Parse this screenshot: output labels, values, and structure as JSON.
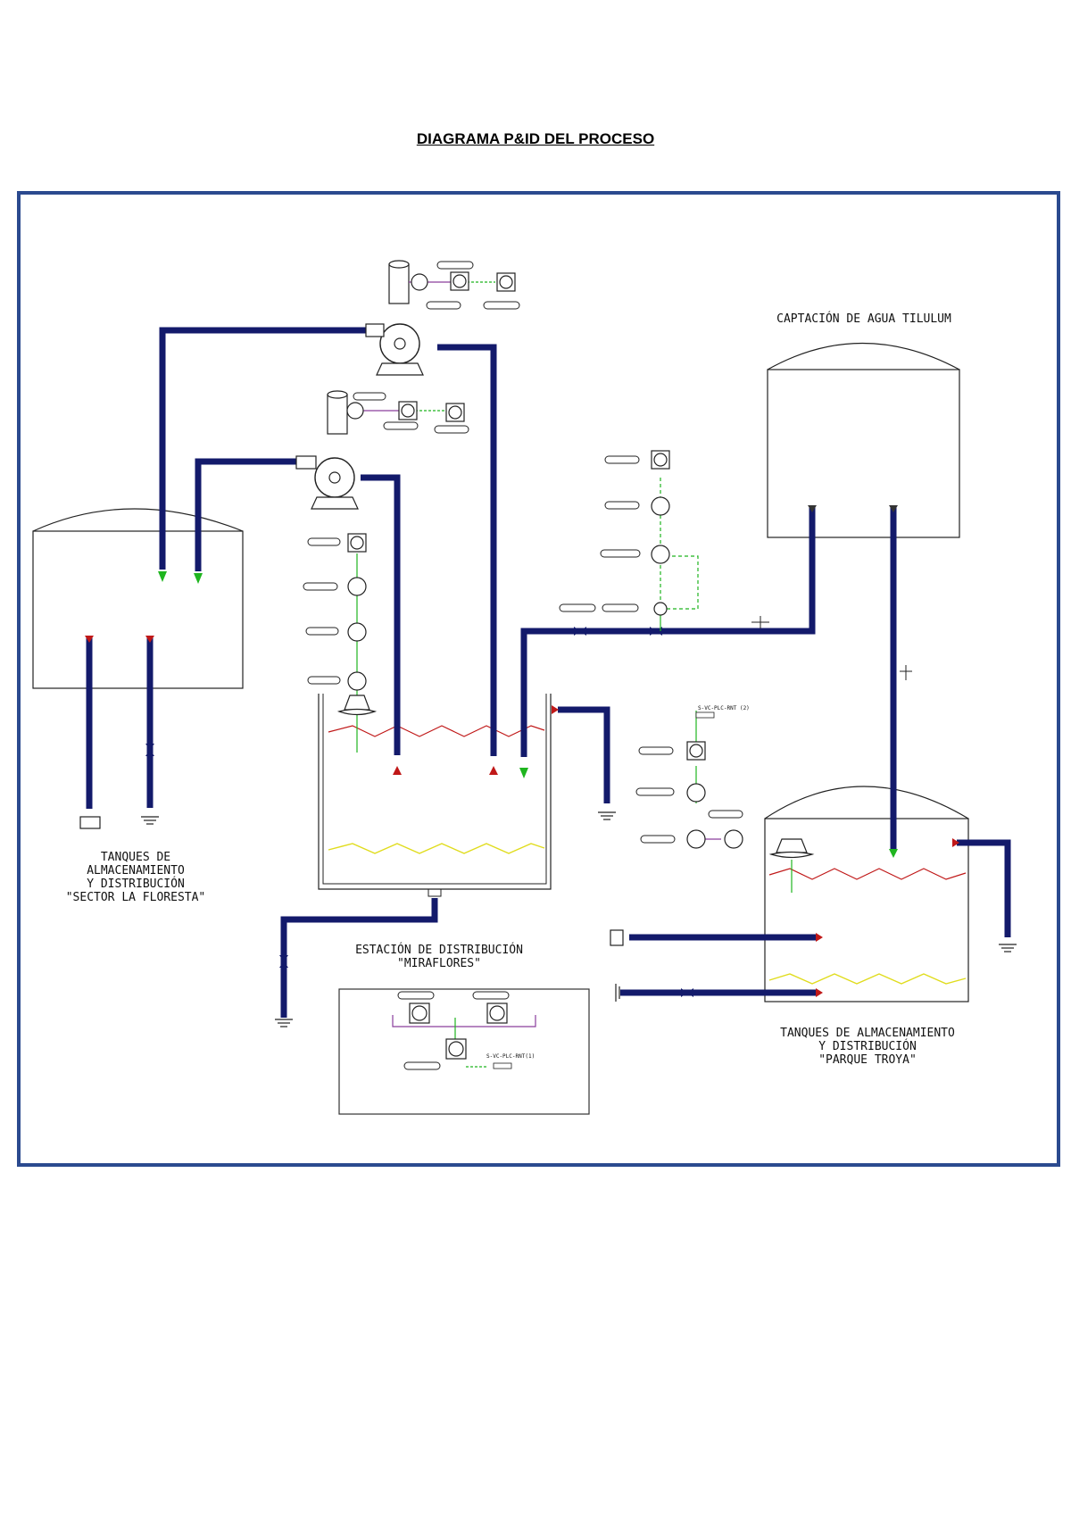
{
  "title": "DIAGRAMA P&ID DEL PROCESO",
  "colors": {
    "frame": "#2b4a8f",
    "pipe": "#131a6b",
    "signal": "#1fb51f",
    "link": "#8a3d9c",
    "water": "#c01818",
    "sludge": "#e0dc1c"
  },
  "areas": {
    "intake": "CAPTACIÓN DE AGUA TILULUM",
    "floresta_l1": "TANQUES DE",
    "floresta_l2": "ALMACENAMIENTO",
    "floresta_l3": "Y DISTRIBUCIÓN",
    "floresta_l4": "\"SECTOR LA FLORESTA\"",
    "miraflores_l1": "ESTACIÓN DE DISTRIBUCIÓN",
    "miraflores_l2": "\"MIRAFLORES\"",
    "troya_l1": "TANQUES DE ALMACENAMIENTO",
    "troya_l2": "Y DISTRIBUCIÓN",
    "troya_l3": "\"PARQUE TROYA\""
  },
  "tags": {
    "plc_troya": "S-VC-PLC-RNT (2)",
    "plc_miraflores": "S-VC-PLC-RNT(1)"
  }
}
